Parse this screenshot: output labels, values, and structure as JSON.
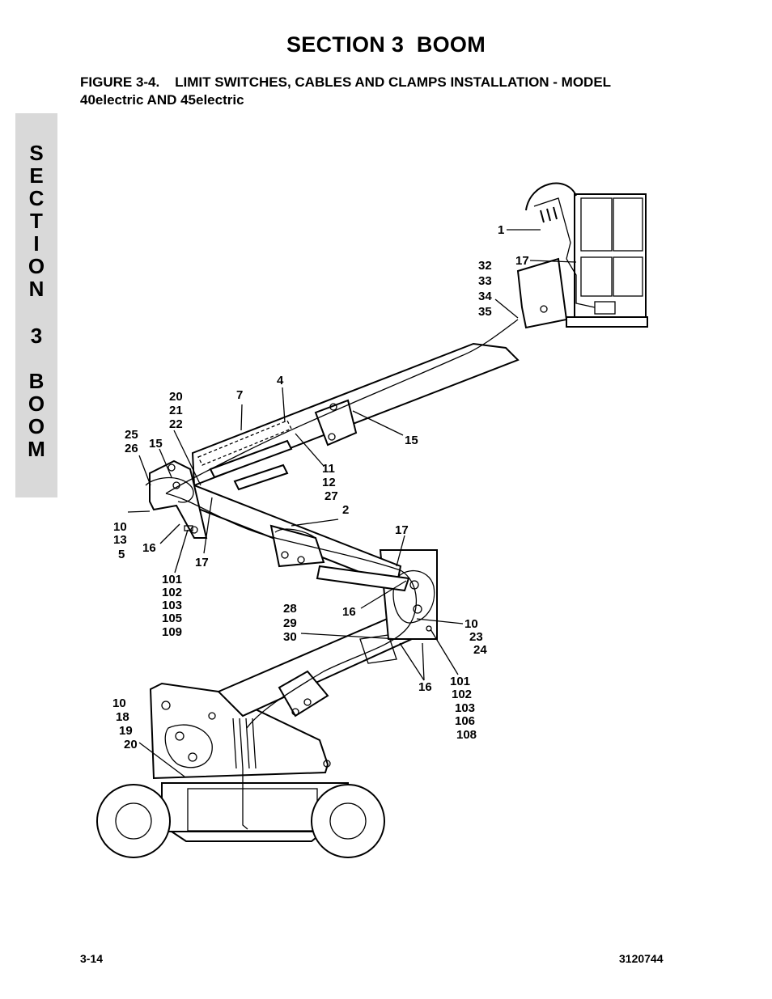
{
  "header": {
    "section_title": "SECTION 3  BOOM",
    "figure_caption_line1": "FIGURE 3-4.    LIMIT SWITCHES, CABLES AND CLAMPS INSTALLATION - MODEL",
    "figure_caption_line2": "40electric AND 45electric"
  },
  "side_tab": {
    "letters": [
      "S",
      "E",
      "C",
      "T",
      "I",
      "O",
      "N",
      "3",
      "B",
      "O",
      "O",
      "M"
    ]
  },
  "callouts": {
    "c1": "1",
    "c17_top": "17",
    "c32": "32",
    "c33": "33",
    "c34": "34",
    "c35": "35",
    "c4": "4",
    "c7": "7",
    "c20a": "20",
    "c21a": "21",
    "c22": "22",
    "c25": "25",
    "c26": "26",
    "c15_left": "15",
    "c15_right": "15",
    "c11": "11",
    "c12": "12",
    "c27": "27",
    "c2": "2",
    "c10a": "10",
    "c13": "13",
    "c5": "5",
    "c16_left": "16",
    "c17_left": "17",
    "c101a": "101",
    "c102a": "102",
    "c103a": "103",
    "c105": "105",
    "c109": "109",
    "c17_mid": "17",
    "c16_mid": "16",
    "c28": "28",
    "c29": "29",
    "c30": "30",
    "c10b": "10",
    "c23": "23",
    "c24": "24",
    "c16_low": "16",
    "c101b": "101",
    "c102b": "102",
    "c103b": "103",
    "c106": "106",
    "c108": "108",
    "c10c": "10",
    "c18": "18",
    "c19": "19",
    "c20b": "20"
  },
  "footer": {
    "page_number": "3-14",
    "document_number": "3120744"
  }
}
